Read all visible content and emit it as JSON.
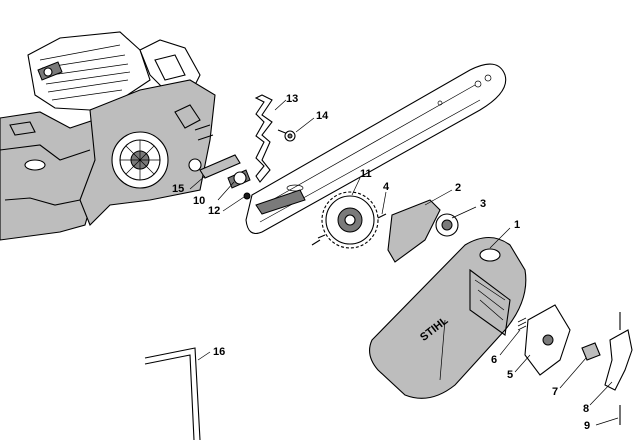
{
  "brand": {
    "logo_text": "STIHL"
  },
  "callouts": [
    {
      "id": "1",
      "label": "1"
    },
    {
      "id": "2",
      "label": "2"
    },
    {
      "id": "3",
      "label": "3"
    },
    {
      "id": "4",
      "label": "4"
    },
    {
      "id": "5",
      "label": "5"
    },
    {
      "id": "6",
      "label": "6"
    },
    {
      "id": "7",
      "label": "7"
    },
    {
      "id": "8",
      "label": "8"
    },
    {
      "id": "9",
      "label": "9"
    },
    {
      "id": "10",
      "label": "10"
    },
    {
      "id": "11",
      "label": "11"
    },
    {
      "id": "12",
      "label": "12"
    },
    {
      "id": "13",
      "label": "13"
    },
    {
      "id": "14",
      "label": "14"
    },
    {
      "id": "15",
      "label": "15"
    },
    {
      "id": "16",
      "label": "16"
    }
  ],
  "colors": {
    "line": "#000000",
    "fill_grey": "#bdbdbd",
    "fill_dark": "#7a7a7a",
    "background": "#ffffff"
  }
}
